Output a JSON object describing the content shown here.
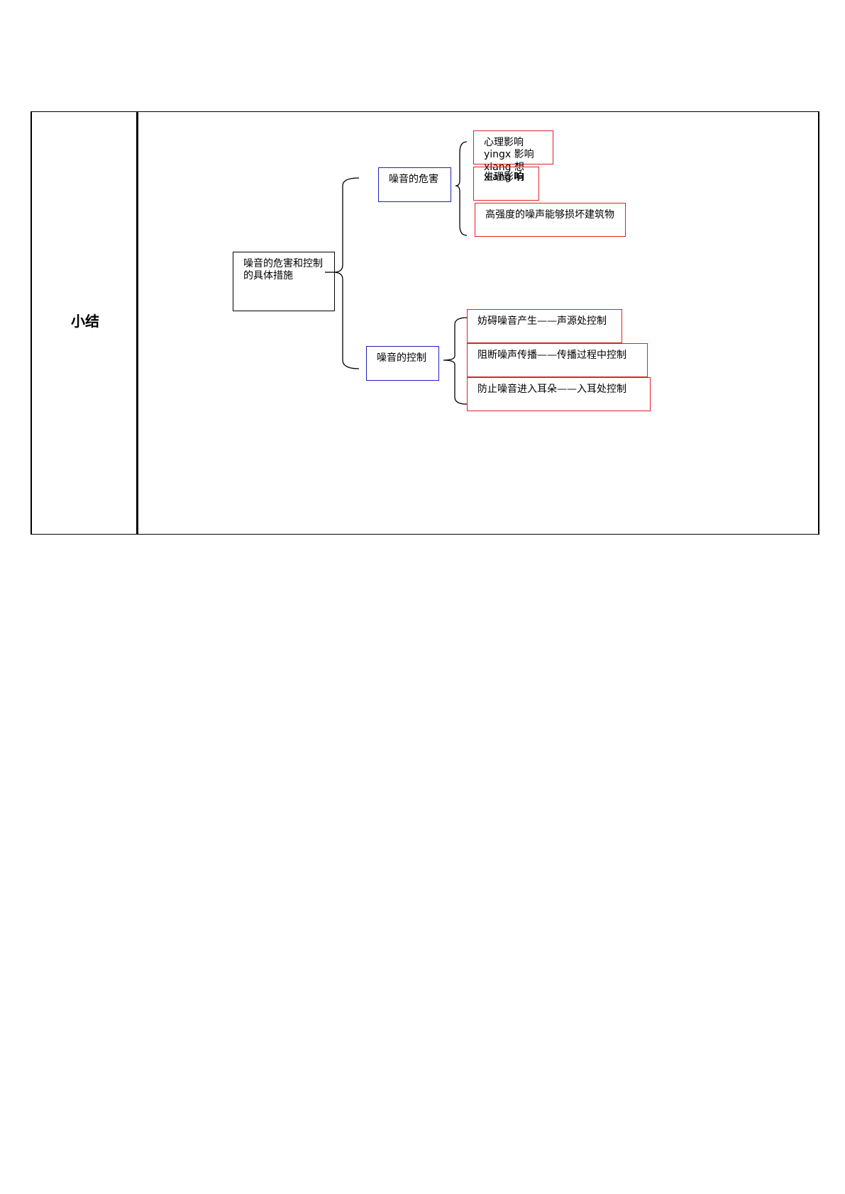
{
  "summary": {
    "label": "小结"
  },
  "mindmap": {
    "root": "噪音的危害和控制的具体措施",
    "hazard": {
      "title": "噪音的危害",
      "items": [
        {
          "line1": "心理影响",
          "line2": "yingx 影响",
          "line3": "xiang 想"
        },
        {
          "line1": "生理影响",
          "line2": "xiang 响"
        },
        {
          "text": "高强度的噪声能够损坏建筑物"
        }
      ]
    },
    "control": {
      "title": "噪音的控制",
      "items": [
        "妨碍噪音产生——声源处控制",
        "阻断噪声传播——传播过程中控制",
        "防止噪音进入耳朵——入耳处控制"
      ]
    }
  },
  "colors": {
    "root_border": "#000000",
    "branch_border": "#1f1fb8",
    "leaf_border": "#e02020"
  }
}
